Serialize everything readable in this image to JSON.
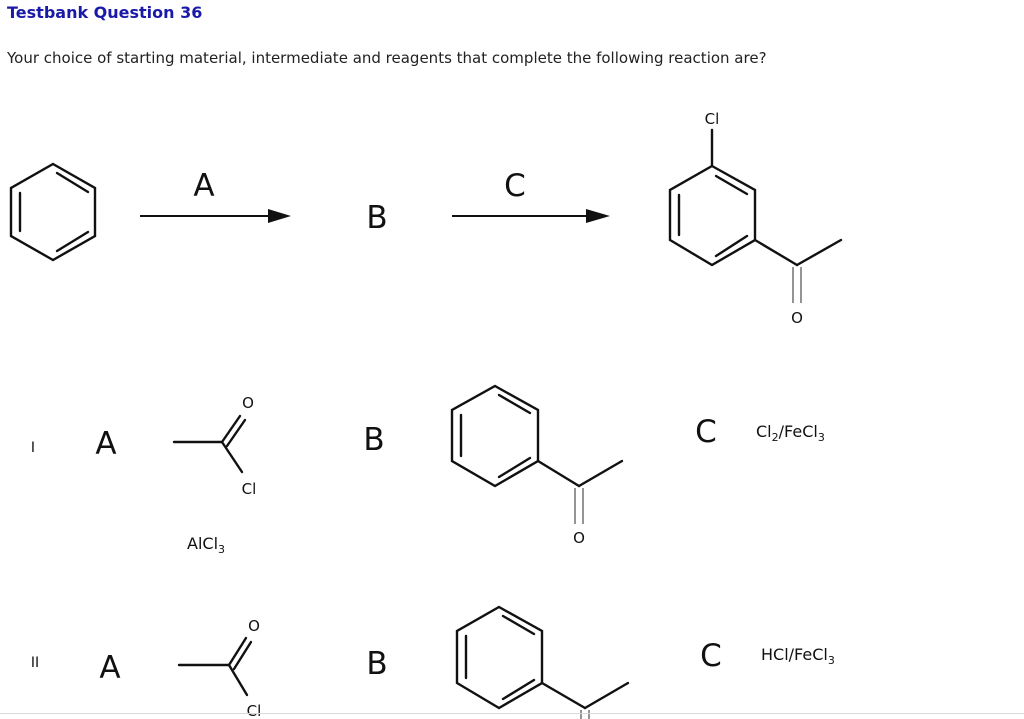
{
  "header": {
    "title": "Testbank Question 36",
    "title_color": "#1a1aa8",
    "question": "Your choice of starting material, intermediate and reagents that complete the following reaction are?"
  },
  "scheme": {
    "arrow1_label": "A",
    "intermediate_label": "B",
    "arrow2_label": "C",
    "product_cl": "Cl",
    "product_o": "O"
  },
  "options": [
    {
      "numeral": "I",
      "a_label": "A",
      "a_o": "O",
      "a_cl": "Cl",
      "a_catalyst": "AlCl",
      "a_catalyst_sub": "3",
      "b_label": "B",
      "b_o": "O",
      "c_label": "C",
      "c_reagent_1": "Cl",
      "c_reagent_1_sub": "2",
      "c_reagent_2": "/FeCl",
      "c_reagent_2_sub": "3"
    },
    {
      "numeral": "II",
      "a_label": "A",
      "a_o": "O",
      "a_cl": "Cl",
      "b_label": "B",
      "c_label": "C",
      "c_reagent": "HCl/FeCl",
      "c_reagent_sub": "3"
    }
  ]
}
